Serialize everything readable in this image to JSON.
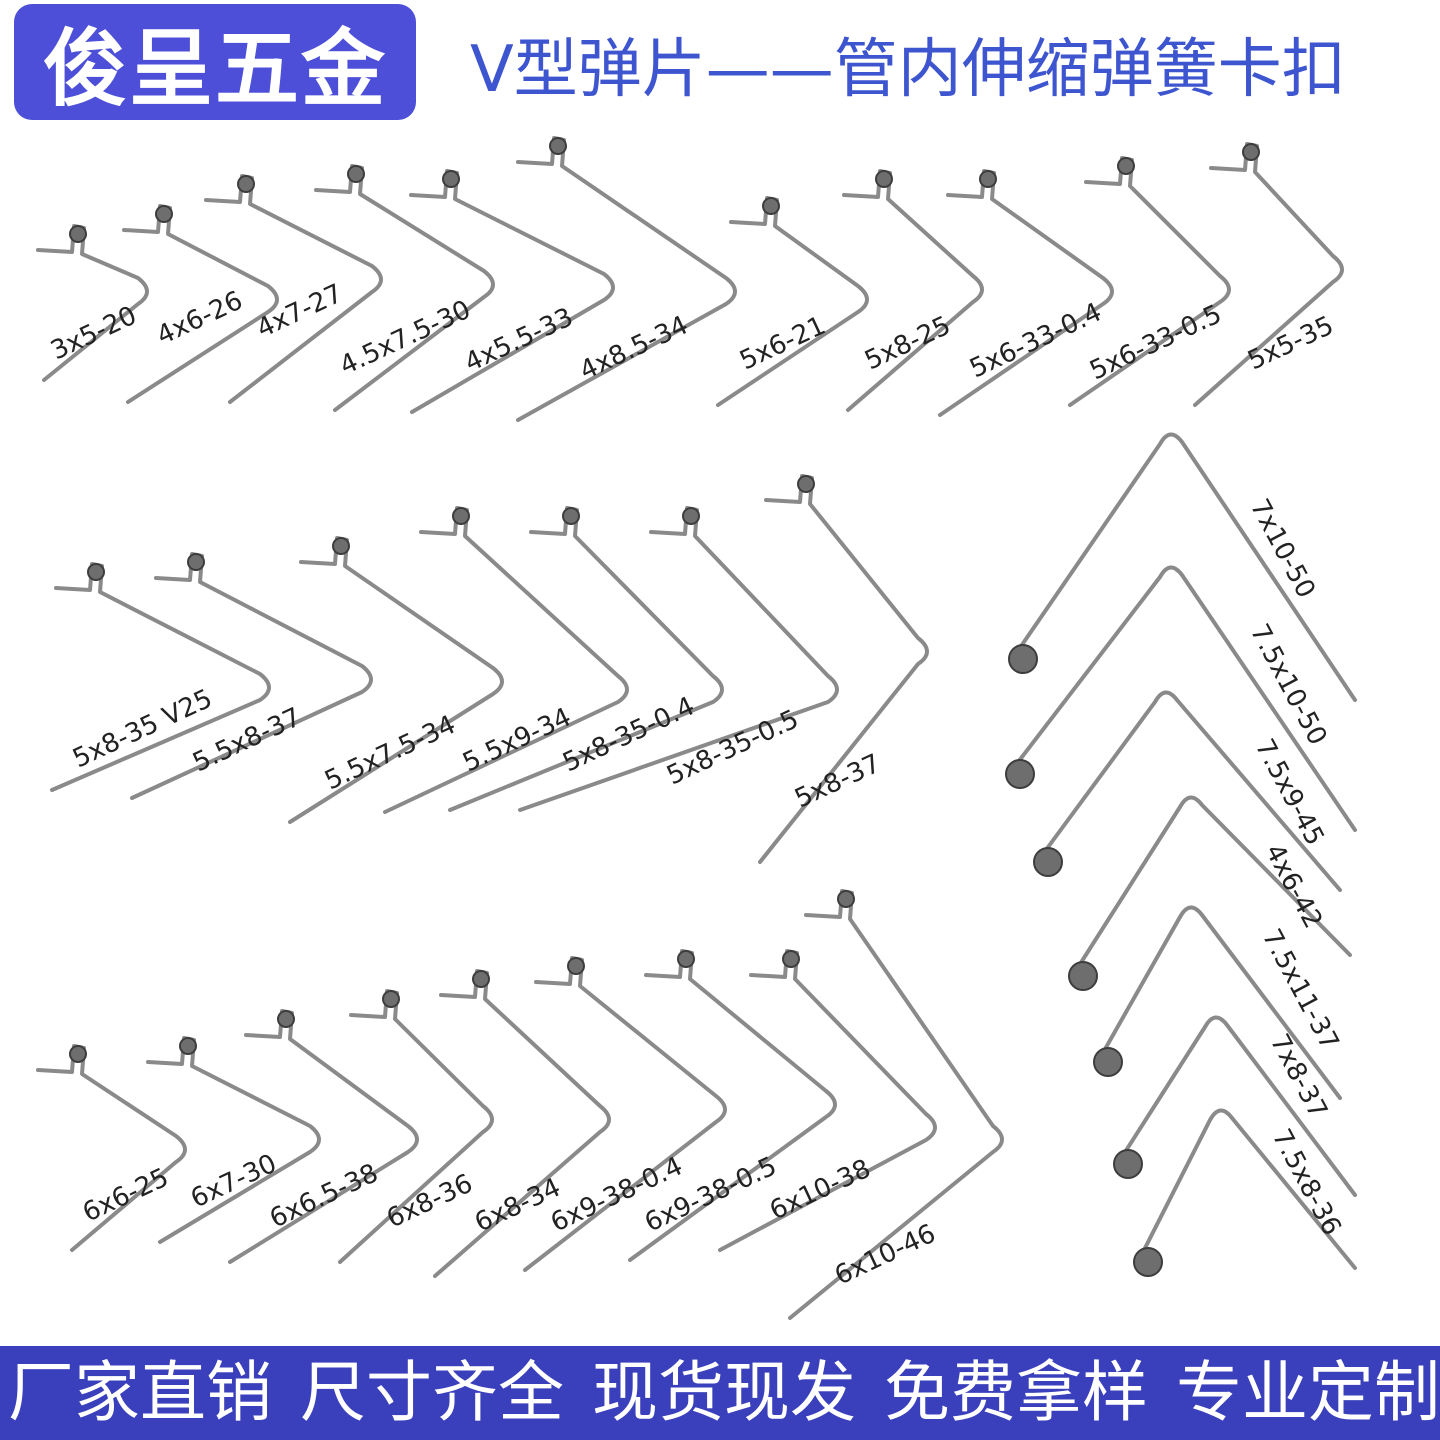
{
  "brand": {
    "name": "俊呈五金",
    "background": "#4d4fd8"
  },
  "title": "V型弹片——管内伸缩弹簧卡扣",
  "colors": {
    "title": "#3d55cf",
    "footer_background": "#3a3fbc",
    "metal": "#8a8a8a",
    "label": "#222222"
  },
  "springs": {
    "row1": [
      "3x5-20",
      "4x6-26",
      "4x7-27",
      "4.5x7.5-30",
      "4x5.5-33",
      "4x8.5-34",
      "5x6-21",
      "5x8-25",
      "5x6-33-0.4",
      "5x6-33-0.5",
      "5x5-35"
    ],
    "row2": [
      "5x8-35 V25",
      "5.5x8-37",
      "5.5x7.5-34",
      "5.5x9-34",
      "5x8-35-0.4",
      "5x8-35-0.5",
      "5x8-37"
    ],
    "row3": [
      "6x6-25",
      "6x7-30",
      "6x6.5-38",
      "6x8-36",
      "6x8-34",
      "6x9-38-0.4",
      "6x9-38-0.5",
      "6x10-38",
      "6x10-46"
    ],
    "right": [
      "7x10-50",
      "7.5x10-50",
      "7.5x9-45",
      "4x6-42",
      "7.5x11-37",
      "7x8-37",
      "7.5x8-36"
    ]
  },
  "footer": [
    "厂家直销",
    "尺寸齐全",
    "现货现发",
    "免费拿样",
    "专业定制"
  ]
}
